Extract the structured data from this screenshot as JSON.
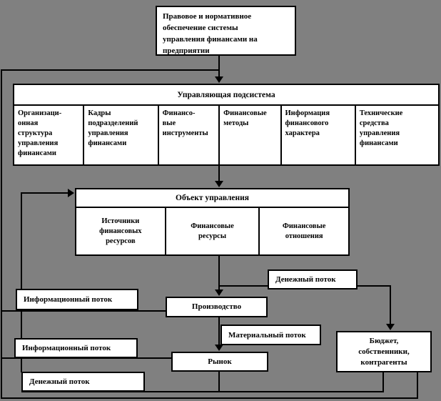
{
  "colors": {
    "background": "#808080",
    "box_background": "#ffffff",
    "line": "#000000"
  },
  "top_box": {
    "label": "Правовое и нормативное\nобеспечение системы\nуправления финансами на\nпредприятии"
  },
  "control_subsystem": {
    "title": "Управляющая подсистема",
    "columns": [
      {
        "label": "Организаци-\nонная\nструктура\nуправления\nфинансами"
      },
      {
        "label": "Кадры\nподразделений\nуправления\nфинансами"
      },
      {
        "label": "Финансо-\nвые\nинструменты"
      },
      {
        "label": "Финансовые\nметоды"
      },
      {
        "label": "Информация\nфинансового\nхарактера"
      },
      {
        "label": "Технические\nсредства\nуправления\nфинансами"
      }
    ]
  },
  "control_object": {
    "title": "Объект управления",
    "columns": [
      {
        "label": "Источники\nфинансовых\nресурсов"
      },
      {
        "label": "Финансовые\nресурсы"
      },
      {
        "label": "Финансовые\nотношения"
      }
    ]
  },
  "nodes": {
    "production": "Производство",
    "market": "Рынок",
    "budget": "Бюджет,\nсобственники,\nконтрагенты"
  },
  "flow_labels": {
    "money_flow_top": "Денежный поток",
    "info_flow_1": "Информационный поток",
    "material_flow": "Материальный поток",
    "info_flow_2": "Информационный поток",
    "money_flow_bottom": "Денежный поток"
  }
}
